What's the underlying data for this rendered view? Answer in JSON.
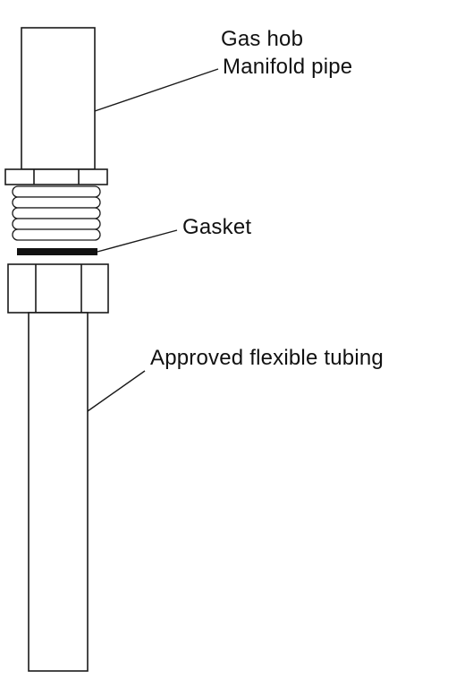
{
  "labels": {
    "manifold_line1": "Gas hob",
    "manifold_line2": "Manifold pipe",
    "gasket": "Gasket",
    "tubing": "Approved flexible tubing"
  },
  "colors": {
    "stroke": "#1a1a1a",
    "gasket_fill": "#111111",
    "background": "#ffffff"
  }
}
